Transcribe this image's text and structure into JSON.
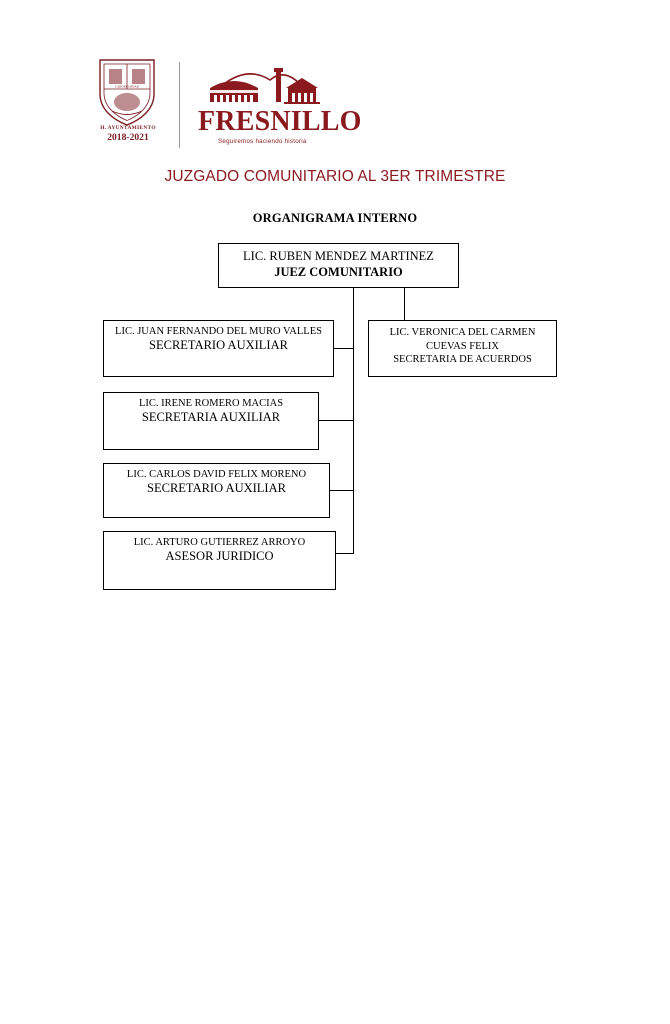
{
  "document": {
    "title": "JUZGADO COMUNITARIO AL 3ER TRIMESTRE",
    "subtitle": "ORGANIGRAMA INTERNO"
  },
  "brand": {
    "accent_color": "#8b1a1f",
    "coat_of_arms_icon": "coat-of-arms-icon",
    "administration_label": "H. AYUNTAMIENTO",
    "administration_years": "2018-2021",
    "city_name": "FRESNILLO",
    "city_name_lead": "F",
    "city_name_rest": "RESNILL",
    "city_name_tail": "O",
    "tagline": "Seguiremos haciendo historia",
    "skyline_icon": "city-skyline-icon"
  },
  "org_chart": {
    "type": "organization-chart",
    "root": {
      "name": "LIC. RUBEN MENDEZ MARTINEZ",
      "role": "JUEZ COMUNITARIO"
    },
    "right_branch": [
      {
        "name_line1": "LIC.  VERONICA DEL CARMEN",
        "name_line2": "CUEVAS FELIX",
        "role": "SECRETARIA DE ACUERDOS"
      }
    ],
    "left_branch": [
      {
        "name": "LIC. JUAN FERNANDO DEL MURO VALLES",
        "role": "SECRETARIO AUXILIAR"
      },
      {
        "name": "LIC. IRENE ROMERO MACIAS",
        "role": "SECRETARIA AUXILIAR"
      },
      {
        "name": "LIC. CARLOS DAVID FELIX MORENO",
        "role": "SECRETARIO AUXILIAR"
      },
      {
        "name": "LIC. ARTURO GUTIERREZ  ARROYO",
        "role": "ASESOR JURIDICO"
      }
    ]
  }
}
